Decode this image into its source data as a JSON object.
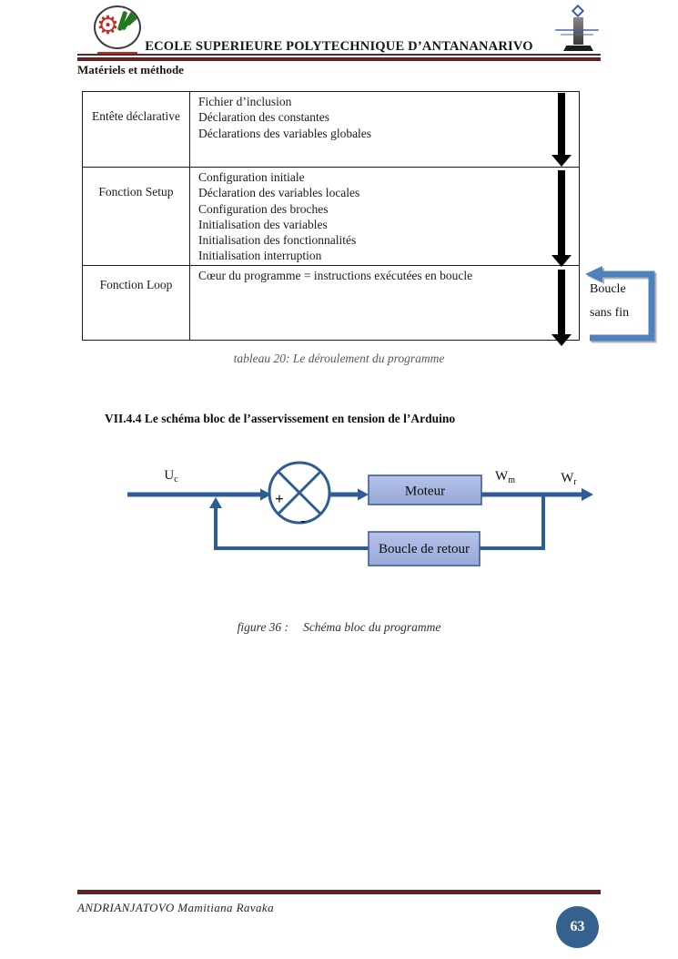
{
  "header": {
    "title": "ECOLE SUPERIEURE POLYTECHNIQUE D’ANTANANARIVO",
    "section": "Matériels et méthode",
    "left_logo": "esp-antananarivo-emblem",
    "right_logo": "engineering-tower-emblem"
  },
  "table": {
    "rows": [
      {
        "label": "Entête déclarative",
        "content": [
          "Fichier d’inclusion",
          "Déclaration des constantes",
          "Déclarations des variables globales"
        ]
      },
      {
        "label": "Fonction Setup",
        "content": [
          "Configuration initiale",
          "Déclaration des variables locales",
          "Configuration des broches",
          "Initialisation des variables",
          "Initialisation des fonctionnalités",
          "Initialisation interruption"
        ]
      },
      {
        "label": "Fonction Loop",
        "content": [
          "Cœur du programme = instructions exécutées en boucle"
        ]
      }
    ],
    "loop_label": [
      "Boucle",
      "sans fin"
    ],
    "caption": "tableau 20: Le déroulement du programme"
  },
  "section_heading": "VII.4.4 Le schéma bloc de l’asservissement en tension de l’Arduino",
  "diagram": {
    "input_main": "U",
    "input_sub": "c",
    "plus": "+",
    "minus": "-",
    "block_forward": "Moteur",
    "block_feedback": "Boucle de retour",
    "out1_main": "W",
    "out1_sub": "m",
    "out2_main": "W",
    "out2_sub": "r",
    "caption_label": "figure 36 :",
    "caption_text": "Schéma bloc du programme"
  },
  "footer": {
    "author": "ANDRIANJATOVO Mamitiana Ravaka",
    "page_number": "63"
  },
  "colors": {
    "maroon": "#632423",
    "diagram-blue": "#2e5c94",
    "loop-blue": "#4f81bd",
    "box-border": "#3e5c9e",
    "page-circle": "#35618e"
  }
}
